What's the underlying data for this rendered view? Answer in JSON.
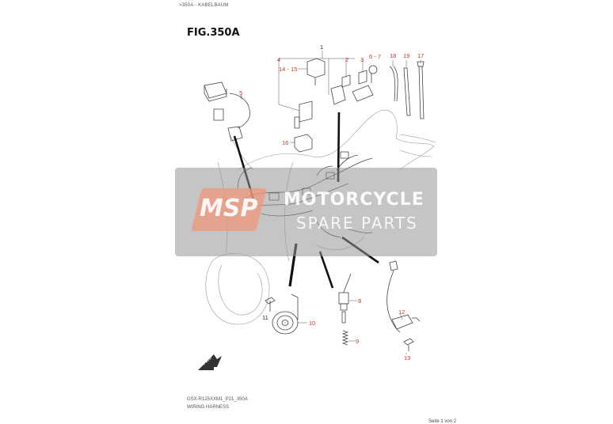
{
  "header": {
    "breadcrumb": ">350A - KABELBAUM",
    "figure_title": "FIG.350A"
  },
  "callouts": {
    "c1": "1",
    "c2": "2",
    "c3": "3",
    "c4": "4",
    "c5": "5",
    "c6_7": "6 - 7",
    "c8": "8",
    "c9": "9",
    "c10": "10",
    "c11": "11",
    "c12": "12",
    "c13": "13",
    "c14_15": "14 - 15",
    "c16": "16",
    "c17": "17",
    "c18": "18",
    "c19": "19"
  },
  "watermark": {
    "logo": "MSP",
    "line1": "MOTORCYCLE",
    "line2": "SPARE PARTS"
  },
  "footer": {
    "code": "GSX-R125XXM1_P21_350A",
    "name": "WIRING HARNESS",
    "page": "Seite 1 von 2"
  },
  "colors": {
    "callout_red": "#c0392b",
    "watermark_band": "#969696",
    "watermark_logo": "#ef9678"
  }
}
